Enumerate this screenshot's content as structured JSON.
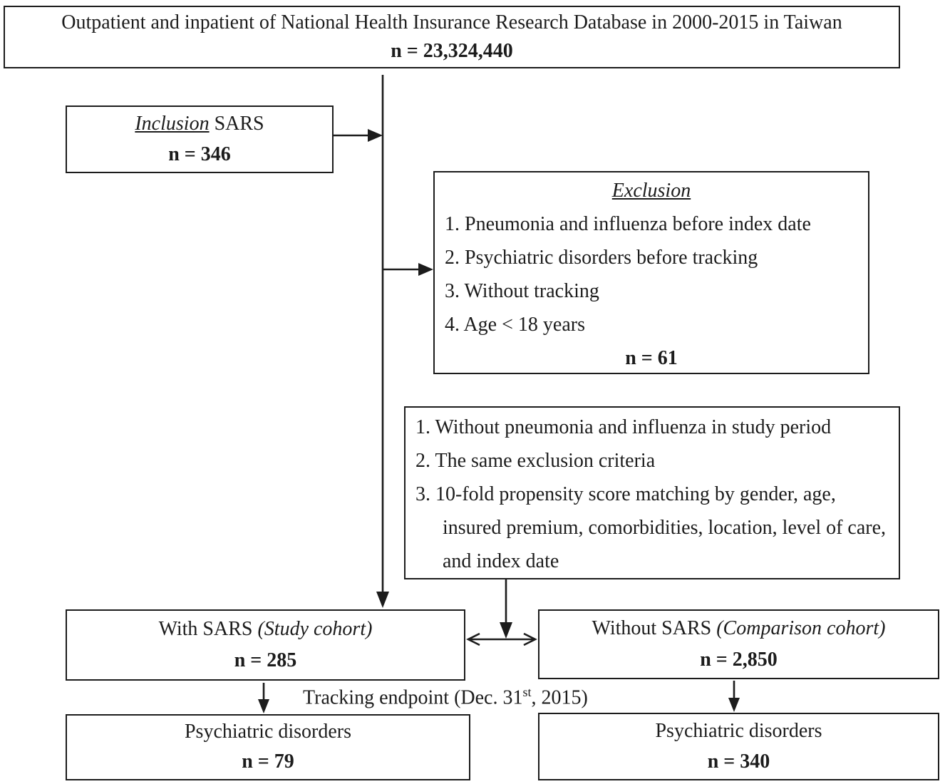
{
  "colors": {
    "border": "#1c1c1c",
    "text": "#1c1c1c",
    "background": "#ffffff"
  },
  "diagram": {
    "top_box": {
      "title": "Outpatient and inpatient of National Health Insurance Research Database in 2000-2015 in Taiwan",
      "n": "n = 23,324,440"
    },
    "inclusion_box": {
      "label_italic": "Inclusion",
      "label_rest": " SARS",
      "n": "n = 346"
    },
    "exclusion_box": {
      "title": "Exclusion",
      "items": [
        "1. Pneumonia and influenza before index date",
        "2. Psychiatric disorders before tracking",
        "3. Without tracking",
        "4. Age < 18 years"
      ],
      "n": "n = 61"
    },
    "criteria_box": {
      "items": [
        "1. Without pneumonia and influenza in study period",
        "2. The same exclusion criteria",
        "3. 10-fold propensity score matching by gender, age, insured premium, comorbidities, location, level of care, and index date"
      ]
    },
    "with_sars_box": {
      "label": "With SARS ",
      "label_italic": "(Study cohort)",
      "n": "n = 285"
    },
    "without_sars_box": {
      "label": "Without SARS ",
      "label_italic": "(Comparison cohort)",
      "n": "n = 2,850"
    },
    "tracking_label": {
      "pre": "Tracking endpoint (Dec. 31",
      "sup": "st",
      "post": ", 2015)"
    },
    "psych_left_box": {
      "label": "Psychiatric disorders",
      "n": "n = 79"
    },
    "psych_right_box": {
      "label": "Psychiatric disorders",
      "n": "n = 340"
    }
  }
}
